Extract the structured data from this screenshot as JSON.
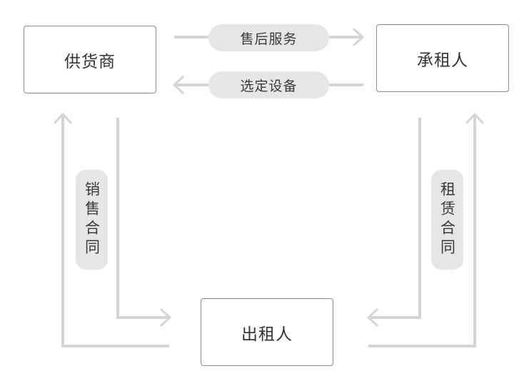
{
  "nodes": {
    "supplier": "供货商",
    "lessee": "承租人",
    "lessor": "出租人"
  },
  "edges": {
    "after_sales": "售后服务",
    "select_equipment": "选定设备",
    "sales_contract": "销售合同",
    "lease_contract": "租赁合同"
  },
  "colors": {
    "connector": "#d5d5d5",
    "pill": "#e6e6e6",
    "node_border": "#8c8c8c",
    "text": "#333333"
  }
}
